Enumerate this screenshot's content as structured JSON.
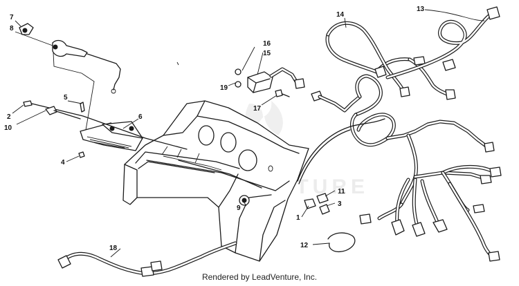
{
  "callouts": {
    "c1": "1",
    "c2": "2",
    "c3": "3",
    "c4": "4",
    "c5": "5",
    "c6": "6",
    "c7": "7",
    "c8": "8",
    "c9": "9",
    "c10": "10",
    "c11": "11",
    "c12": "12",
    "c13": "13",
    "c14": "14",
    "c15": "15",
    "c16": "16",
    "c17": "17",
    "c18": "18",
    "c19": "19"
  },
  "watermark": "LEADVENTURE",
  "footer": {
    "text": "Rendered by LeadVenture, Inc."
  },
  "colors": {
    "line": "#1a1a1a",
    "background": "#ffffff",
    "watermark": "#ececec"
  }
}
